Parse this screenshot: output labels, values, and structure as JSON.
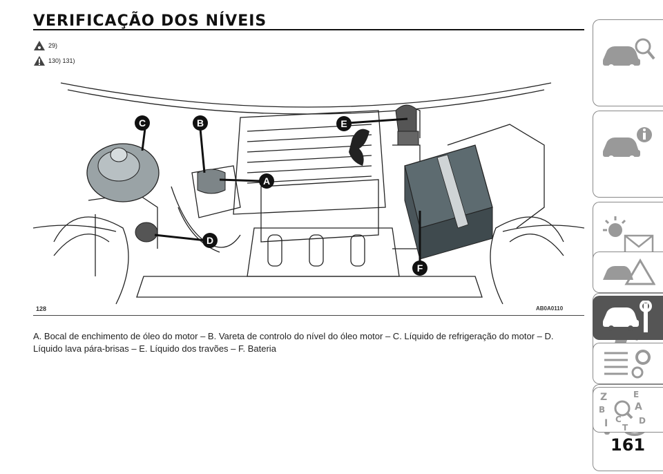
{
  "header": {
    "title": "VERIFICAÇÃO DOS NÍVEIS"
  },
  "refs": {
    "line1": "29)",
    "line2": "130) 131)"
  },
  "figure": {
    "number": "128",
    "code": "AB0A0110",
    "labels": {
      "a": "A",
      "b": "B",
      "c": "C",
      "d": "D",
      "e": "E",
      "f": "F"
    }
  },
  "caption": "A. Bocal de enchimento de óleo do motor – B. Vareta de controlo do nível do óleo motor – C. Líquido de refrigeração do motor – D. Líquido lava pára-brisas – E. Líquido dos travões – F. Bateria",
  "sidebar": {
    "tab_codes": {
      "z": "Z",
      "e": "E",
      "b": "B",
      "a": "A",
      "c": "C",
      "d": "D",
      "i": "I",
      "t": "T"
    }
  },
  "footer": {
    "page_number": "161"
  },
  "colors": {
    "active_tab": "#555555",
    "tab_border": "#888888",
    "text": "#1a1a1a"
  }
}
